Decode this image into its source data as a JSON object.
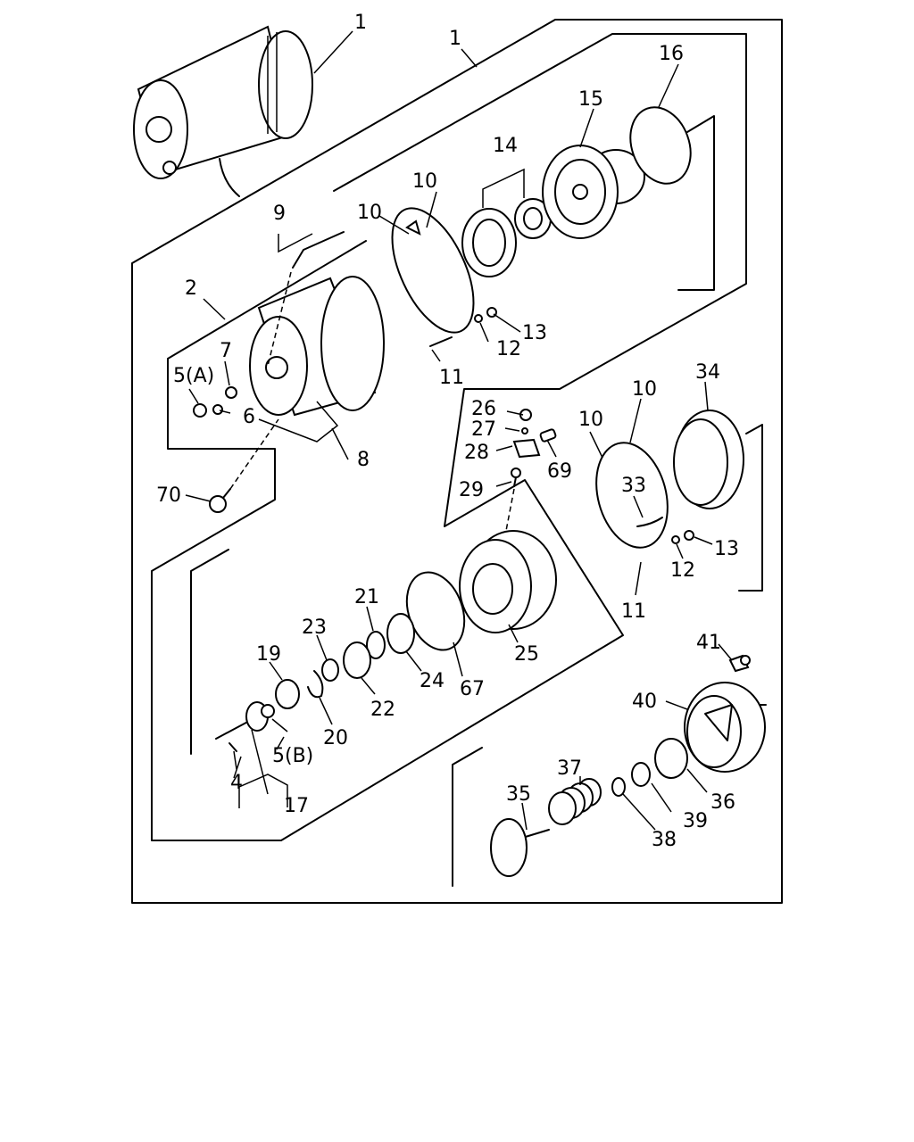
{
  "callouts": {
    "c1a": "1",
    "c1b": "1",
    "c2": "2",
    "c4": "4",
    "c5a": "5(A)",
    "c5b": "5(B)",
    "c6": "6",
    "c7": "7",
    "c8": "8",
    "c9": "9",
    "c10a": "10",
    "c10b": "10",
    "c10c": "10",
    "c10d": "10",
    "c11a": "11",
    "c11b": "11",
    "c12a": "12",
    "c12b": "12",
    "c13a": "13",
    "c13b": "13",
    "c14": "14",
    "c15": "15",
    "c16": "16",
    "c17": "17",
    "c19": "19",
    "c20": "20",
    "c21": "21",
    "c22": "22",
    "c23": "23",
    "c24": "24",
    "c25": "25",
    "c26": "26",
    "c27": "27",
    "c28": "28",
    "c29": "29",
    "c33": "33",
    "c34": "34",
    "c35": "35",
    "c36": "36",
    "c37": "37",
    "c38": "38",
    "c39": "39",
    "c40": "40",
    "c41": "41",
    "c67": "67",
    "c69": "69",
    "c70": "70"
  }
}
